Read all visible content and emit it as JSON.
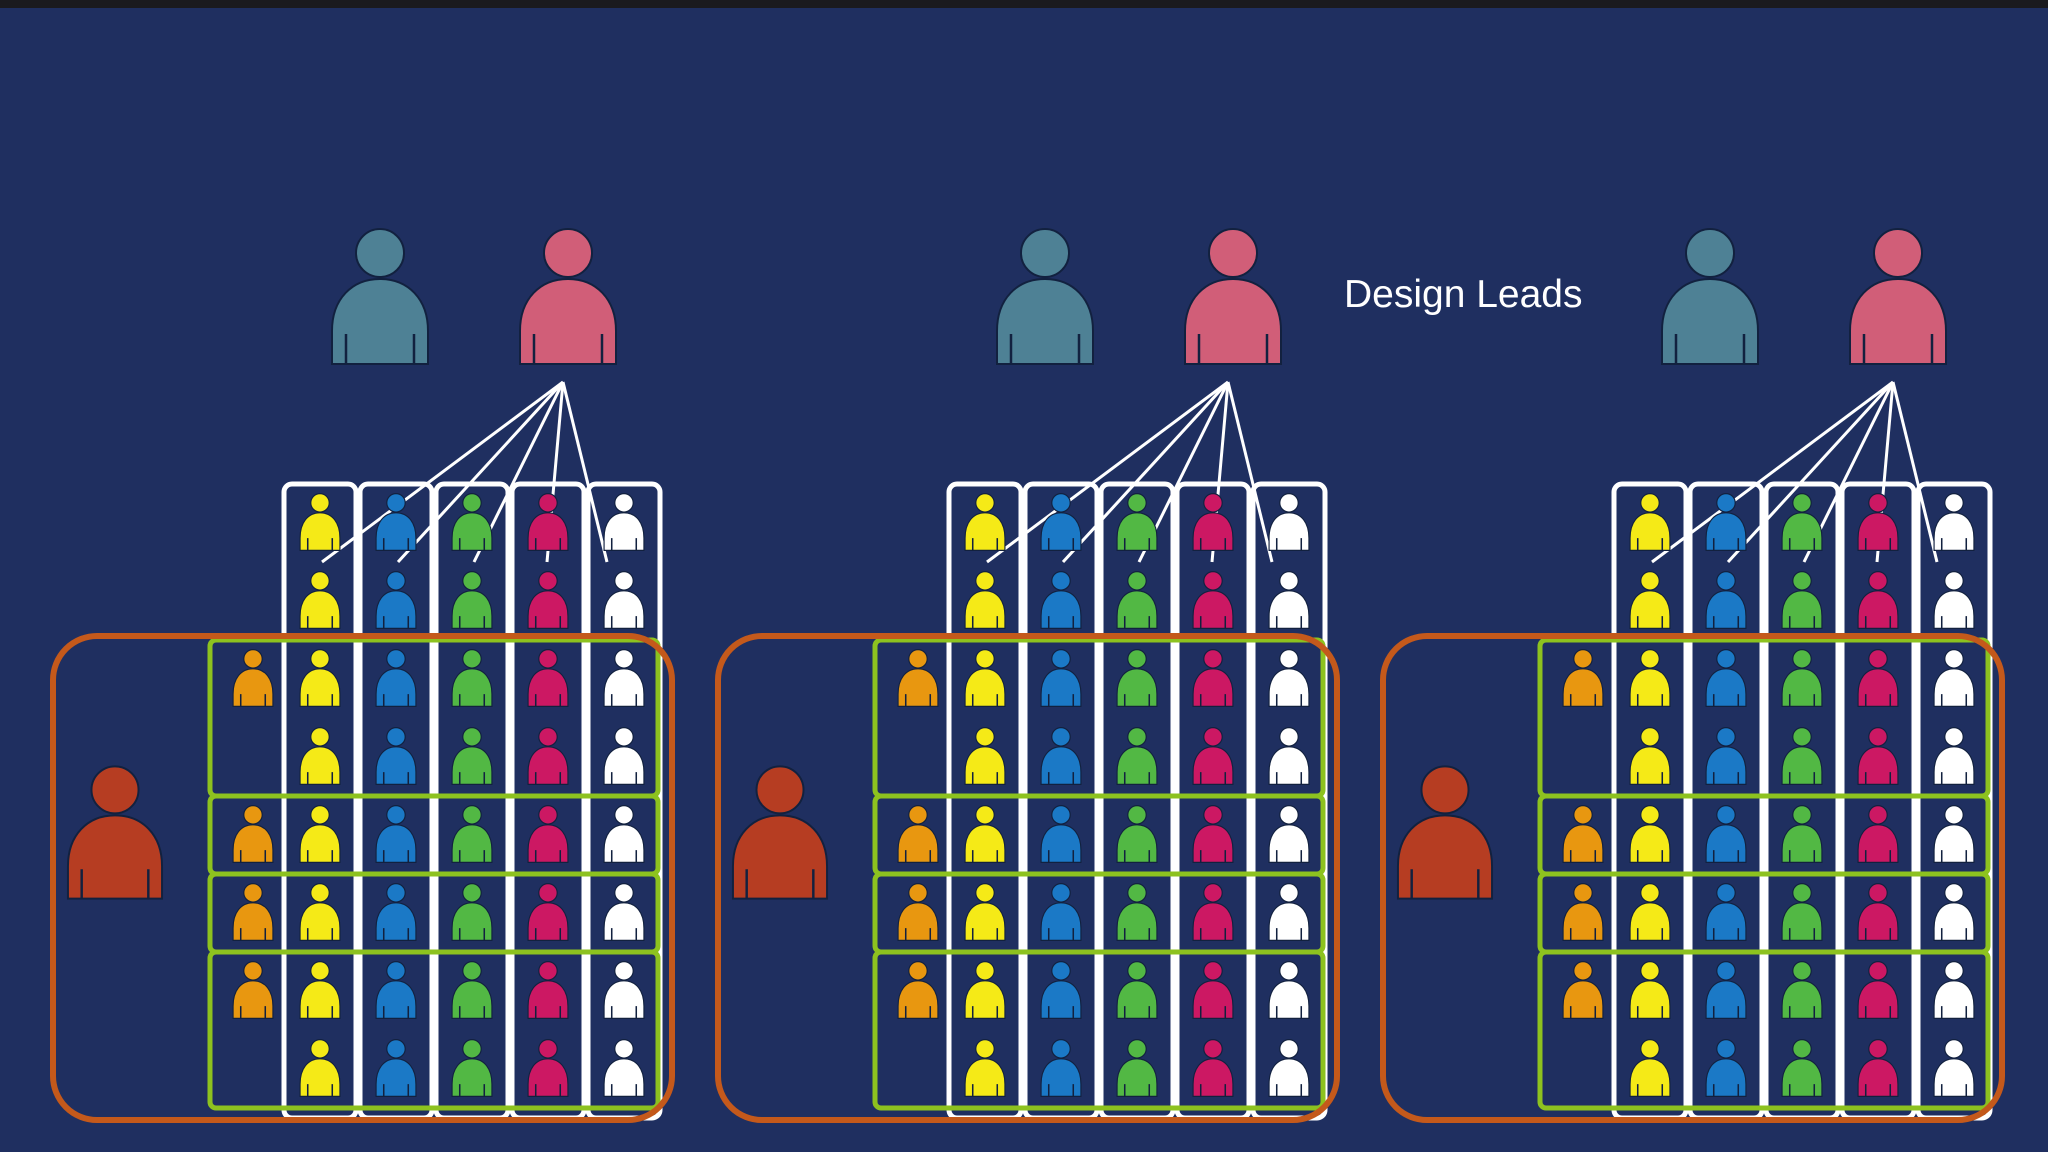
{
  "label": {
    "design_leads": "Design Leads"
  },
  "colors": {
    "background": "#1f2f60",
    "lead_teal": "#4e8195",
    "lead_pink": "#d15e78",
    "manager": "#b63d22",
    "box_orange": "#c4591b",
    "box_green": "#8dc21f",
    "column_white": "#ffffff",
    "role_orange": "#e89710",
    "role_yellow": "#f5ea17",
    "role_blue": "#1b79c6",
    "role_green": "#52b844",
    "role_magenta": "#cc1863",
    "role_white": "#ffffff"
  },
  "icons": {
    "lead": "person-icon",
    "manager": "person-icon",
    "member": "person-icon"
  },
  "groups": [
    {
      "name": "group-1",
      "leads": [
        "teal",
        "pink"
      ],
      "team_rows": [
        2,
        1,
        1,
        2
      ],
      "discipline_columns": [
        "yellow",
        "blue",
        "green",
        "magenta",
        "white"
      ],
      "extra_rows_above": 2
    },
    {
      "name": "group-2",
      "leads": [
        "teal",
        "pink"
      ],
      "team_rows": [
        2,
        1,
        1,
        2
      ],
      "discipline_columns": [
        "yellow",
        "blue",
        "green",
        "magenta",
        "white"
      ],
      "extra_rows_above": 2
    },
    {
      "name": "group-3",
      "leads": [
        "teal",
        "pink"
      ],
      "team_rows": [
        2,
        1,
        1,
        2
      ],
      "discipline_columns": [
        "yellow",
        "blue",
        "green",
        "magenta",
        "white"
      ],
      "extra_rows_above": 2
    }
  ]
}
